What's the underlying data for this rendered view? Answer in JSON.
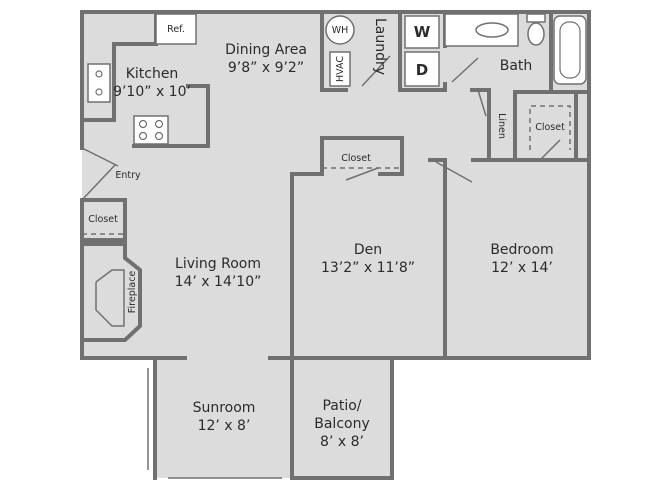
{
  "rooms": {
    "dining": {
      "name": "Dining Area",
      "dims": "9’8” x 9’2”"
    },
    "kitchen": {
      "name": "Kitchen",
      "dims": "9’10” x 10’"
    },
    "living": {
      "name": "Living Room",
      "dims": "14’ x 14’10”"
    },
    "den": {
      "name": "Den",
      "dims": "13’2” x 11’8”"
    },
    "bedroom": {
      "name": "Bedroom",
      "dims": "12’ x 14’"
    },
    "sunroom": {
      "name": "Sunroom",
      "dims": "12’ x 8’"
    },
    "patio": {
      "name_line1": "Patio/",
      "name_line2": "Balcony",
      "dims": "8’ x 8’"
    },
    "bath": {
      "name": "Bath"
    },
    "laundry": {
      "name": "Laundry"
    }
  },
  "labels": {
    "ref": "Ref.",
    "wh": "WH",
    "hvac": "HVAC",
    "washer": "W",
    "dryer": "D",
    "linen": "Linen",
    "closet_bath": "Closet",
    "closet_den": "Closet",
    "closet_entry": "Closet",
    "entry": "Entry",
    "fireplace": "Fireplace"
  },
  "colors": {
    "floor": "#dcdcdc",
    "wall": "#707070",
    "text": "#2b2b2b"
  }
}
